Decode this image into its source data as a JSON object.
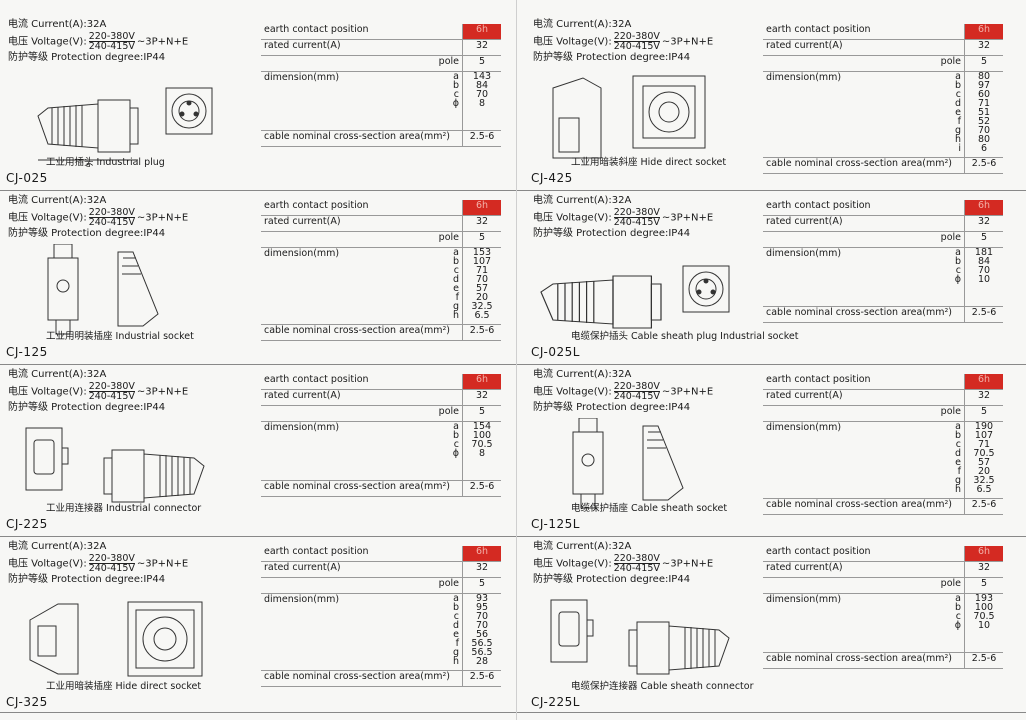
{
  "common": {
    "current": "电流 Current(A):32A",
    "voltage_prefix": "电压 Voltage(V):",
    "voltage_top": "220-380V",
    "voltage_bottom": "240-415V",
    "voltage_suffix": "~3P+N+E",
    "protection": "防护等级 Protection degree:IP44",
    "earth_label": "earth contact position",
    "earth_value": "6h",
    "rated_label": "rated current(A)",
    "rated_value": "32",
    "pole_label": "pole",
    "pole_value": "5",
    "dim_label": "dimension(mm)",
    "cable_label": "cable nominal cross-section area(mm²)",
    "cable_value": "2.5-6"
  },
  "products": [
    {
      "model": "CJ-025",
      "caption": "工业用插头 Industrial plug",
      "dim_names": [
        "a",
        "b",
        "c",
        "ϕ"
      ],
      "dim_values": [
        "143",
        "84",
        "70",
        "8"
      ],
      "icon": "industrial-plug-drawing"
    },
    {
      "model": "CJ-425",
      "caption": "工业用暗装斜座 Hide direct socket",
      "dim_names": [
        "a",
        "b",
        "c",
        "d",
        "e",
        "f",
        "g",
        "h",
        "i"
      ],
      "dim_values": [
        "80",
        "97",
        "60",
        "71",
        "51",
        "52",
        "70",
        "80",
        "6"
      ],
      "icon": "hide-socket-drawing"
    },
    {
      "model": "CJ-125",
      "caption": "工业用明装插座 Industrial socket",
      "dim_names": [
        "a",
        "b",
        "c",
        "d",
        "e",
        "f",
        "g",
        "h"
      ],
      "dim_values": [
        "153",
        "107",
        "71",
        "70",
        "57",
        "20",
        "32.5",
        "6.5"
      ],
      "icon": "industrial-socket-drawing"
    },
    {
      "model": "CJ-025L",
      "caption": "电缆保护插头 Cable sheath plug Industrial socket",
      "dim_names": [
        "a",
        "b",
        "c",
        "ϕ"
      ],
      "dim_values": [
        "181",
        "84",
        "70",
        "10"
      ],
      "icon": "cable-sheath-plug-drawing"
    },
    {
      "model": "CJ-225",
      "caption": "工业用连接器 Industrial connector",
      "dim_names": [
        "a",
        "b",
        "c",
        "ϕ"
      ],
      "dim_values": [
        "154",
        "100",
        "70.5",
        "8"
      ],
      "icon": "industrial-connector-drawing"
    },
    {
      "model": "CJ-125L",
      "caption": "电缆保护插座 Cable sheath socket",
      "dim_names": [
        "a",
        "b",
        "c",
        "d",
        "e",
        "f",
        "g",
        "h"
      ],
      "dim_values": [
        "190",
        "107",
        "71",
        "70.5",
        "57",
        "20",
        "32.5",
        "6.5"
      ],
      "icon": "cable-sheath-socket-drawing"
    },
    {
      "model": "CJ-325",
      "caption": "工业用暗装插座 Hide direct socket",
      "dim_names": [
        "a",
        "b",
        "c",
        "d",
        "e",
        "f",
        "g",
        "h"
      ],
      "dim_values": [
        "93",
        "95",
        "70",
        "70",
        "56",
        "56.5",
        "56.5",
        "28"
      ],
      "icon": "hide-direct-socket-drawing"
    },
    {
      "model": "CJ-225L",
      "caption": "电缆保护连接器 Cable sheath connector",
      "dim_names": [
        "a",
        "b",
        "c",
        "ϕ"
      ],
      "dim_values": [
        "193",
        "100",
        "70.5",
        "10"
      ],
      "icon": "cable-sheath-connector-drawing"
    }
  ]
}
